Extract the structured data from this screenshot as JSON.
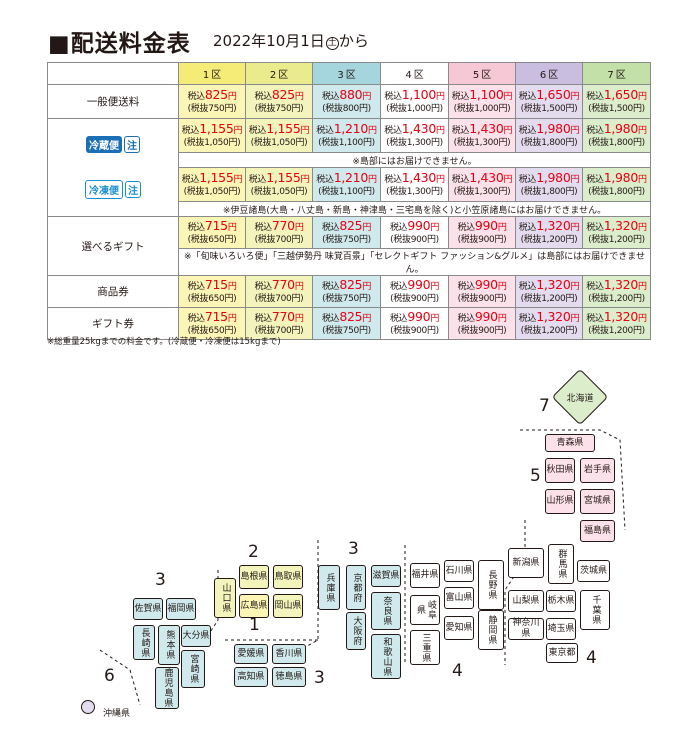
{
  "title": "■配送料金表",
  "subtitle": {
    "date": "2022年10月1日",
    "day": "土",
    "suffix": "から"
  },
  "zones": [
    {
      "num": "1",
      "unit": "区"
    },
    {
      "num": "2",
      "unit": "区"
    },
    {
      "num": "3",
      "unit": "区"
    },
    {
      "num": "4",
      "unit": "区"
    },
    {
      "num": "5",
      "unit": "区"
    },
    {
      "num": "6",
      "unit": "区"
    },
    {
      "num": "7",
      "unit": "区"
    }
  ],
  "rows": {
    "general": {
      "label": "一般便送料",
      "prices": [
        {
          "tax_in": "825",
          "tax_ex": "750"
        },
        {
          "tax_in": "825",
          "tax_ex": "750"
        },
        {
          "tax_in": "880",
          "tax_ex": "800"
        },
        {
          "tax_in": "1,100",
          "tax_ex": "1,000"
        },
        {
          "tax_in": "1,100",
          "tax_ex": "1,000"
        },
        {
          "tax_in": "1,650",
          "tax_ex": "1,500"
        },
        {
          "tax_in": "1,650",
          "tax_ex": "1,500"
        }
      ]
    },
    "cool": {
      "chilled_badge": "冷蔵便",
      "frozen_badge": "冷凍便",
      "note_mark": "注",
      "chilled_prices": [
        {
          "tax_in": "1,155",
          "tax_ex": "1,050"
        },
        {
          "tax_in": "1,155",
          "tax_ex": "1,050"
        },
        {
          "tax_in": "1,210",
          "tax_ex": "1,100"
        },
        {
          "tax_in": "1,430",
          "tax_ex": "1,300"
        },
        {
          "tax_in": "1,430",
          "tax_ex": "1,300"
        },
        {
          "tax_in": "1,980",
          "tax_ex": "1,800"
        },
        {
          "tax_in": "1,980",
          "tax_ex": "1,800"
        }
      ],
      "islands_note": "※島部にはお届けできません。",
      "frozen_prices": [
        {
          "tax_in": "1,155",
          "tax_ex": "1,050"
        },
        {
          "tax_in": "1,155",
          "tax_ex": "1,050"
        },
        {
          "tax_in": "1,210",
          "tax_ex": "1,100"
        },
        {
          "tax_in": "1,430",
          "tax_ex": "1,300"
        },
        {
          "tax_in": "1,430",
          "tax_ex": "1,300"
        },
        {
          "tax_in": "1,980",
          "tax_ex": "1,800"
        },
        {
          "tax_in": "1,980",
          "tax_ex": "1,800"
        }
      ],
      "izu_note": "※伊豆諸島(大島・八丈島・新島・神津島・三宅島を除く)と小笠原諸島にはお届けできません。"
    },
    "gift": {
      "label": "選べるギフト",
      "prices": [
        {
          "tax_in": "715",
          "tax_ex": "650"
        },
        {
          "tax_in": "770",
          "tax_ex": "700"
        },
        {
          "tax_in": "825",
          "tax_ex": "750"
        },
        {
          "tax_in": "990",
          "tax_ex": "900"
        },
        {
          "tax_in": "990",
          "tax_ex": "900"
        },
        {
          "tax_in": "1,320",
          "tax_ex": "1,200"
        },
        {
          "tax_in": "1,320",
          "tax_ex": "1,200"
        }
      ],
      "note": "※「旬味いろいろ便」「三越伊勢丹 味覚百景」「セレクトギフト ファッション&グルメ」は島部にはお届けできません。"
    },
    "voucher": {
      "label": "商品券",
      "prices": [
        {
          "tax_in": "715",
          "tax_ex": "650"
        },
        {
          "tax_in": "770",
          "tax_ex": "700"
        },
        {
          "tax_in": "825",
          "tax_ex": "750"
        },
        {
          "tax_in": "990",
          "tax_ex": "900"
        },
        {
          "tax_in": "990",
          "tax_ex": "900"
        },
        {
          "tax_in": "1,320",
          "tax_ex": "1,200"
        },
        {
          "tax_in": "1,320",
          "tax_ex": "1,200"
        }
      ]
    },
    "giftcard": {
      "label": "ギフト券",
      "prices": [
        {
          "tax_in": "715",
          "tax_ex": "650"
        },
        {
          "tax_in": "770",
          "tax_ex": "700"
        },
        {
          "tax_in": "825",
          "tax_ex": "750"
        },
        {
          "tax_in": "990",
          "tax_ex": "900"
        },
        {
          "tax_in": "990",
          "tax_ex": "900"
        },
        {
          "tax_in": "1,320",
          "tax_ex": "1,200"
        },
        {
          "tax_in": "1,320",
          "tax_ex": "1,200"
        }
      ]
    }
  },
  "price_text": {
    "tax_in_prefix": "税込",
    "yen": "円",
    "tax_ex_prefix": "(税抜",
    "tax_ex_suffix": "円)"
  },
  "footnote": "※総重量25kgまでの料金です。(冷蔵便・冷凍便は15kgまで)",
  "map": {
    "zone_numbers": {
      "z7": "7",
      "z5": "5",
      "z2": "2",
      "z1": "1",
      "z3_kyushu": "3",
      "z3_kinki": "3",
      "z3_shikoku": "3",
      "z4_chubu": "4",
      "z4_kanto": "4",
      "z6": "6"
    },
    "prefectures": {
      "hokkaido": "北海道",
      "aomori": "青森県",
      "akita": "秋田県",
      "iwate": "岩手県",
      "yamagata": "山形県",
      "miyagi": "宮城県",
      "fukushima": "福島県",
      "niigata": "新潟県",
      "gunma": "群馬県",
      "tochigi": "栃木県",
      "ibaraki": "茨城県",
      "yamanashi": "山梨県",
      "saitama": "埼玉県",
      "chiba": "千葉県",
      "kanagawa": "神奈川県",
      "tokyo": "東京都",
      "nagano": "長野県",
      "shizuoka": "静岡県",
      "ishikawa": "石川県",
      "toyama": "富山県",
      "aichi": "愛知県",
      "fukui": "福井県",
      "gifu": "岐阜県",
      "mie": "三重県",
      "shiga": "滋賀県",
      "kyoto": "京都府",
      "nara": "奈良県",
      "osaka": "大阪府",
      "wakayama": "和歌山県",
      "hyogo": "兵庫県",
      "tottori": "鳥取県",
      "shimane": "島根県",
      "okayama": "岡山県",
      "hiroshima": "広島県",
      "yamaguchi": "山口県",
      "kagawa": "香川県",
      "ehime": "愛媛県",
      "tokushima": "徳島県",
      "kochi": "高知県",
      "fukuoka": "福岡県",
      "saga": "佐賀県",
      "nagasaki": "長崎県",
      "kumamoto": "熊本県",
      "oita": "大分県",
      "miyazaki": "宮崎県",
      "kagoshima": "鹿児島県",
      "okinawa": "沖縄県"
    }
  }
}
